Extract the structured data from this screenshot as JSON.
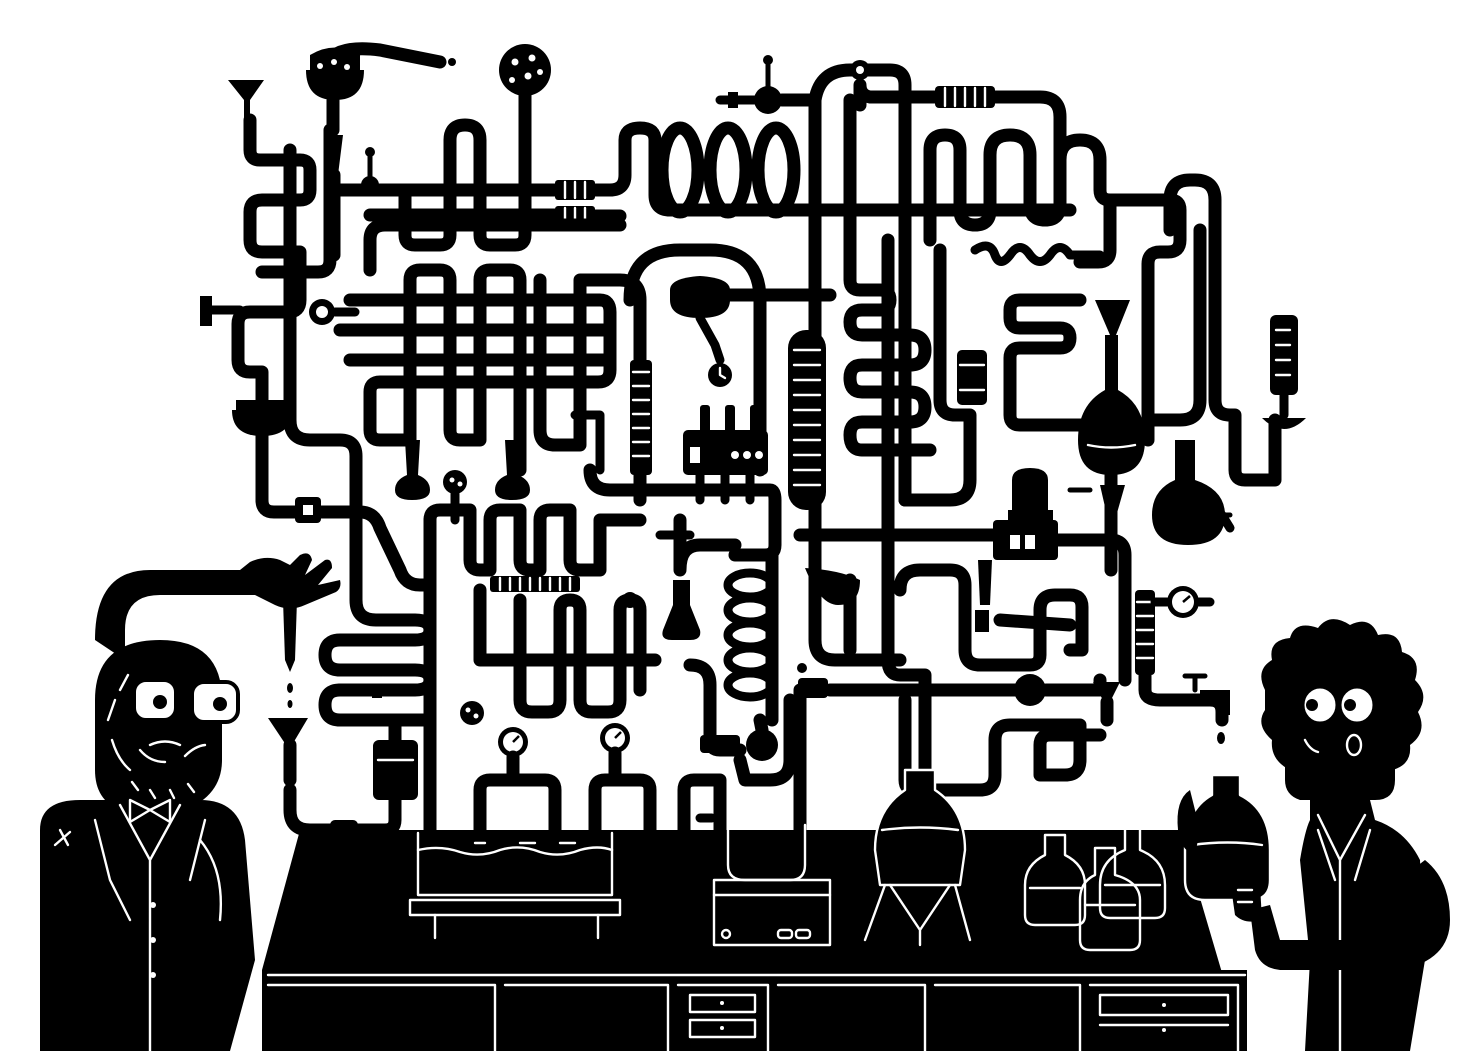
{
  "scene": {
    "background": "#ffffff",
    "ink": "#000000",
    "characters": [
      "bearded-scientist-glasses",
      "curly-haired-scientist"
    ],
    "objects": [
      "pipe-maze",
      "lab-bench",
      "funnels",
      "flasks",
      "pressure-gauges",
      "spiral-coil",
      "hot-plate",
      "water-tank",
      "tripod-flask",
      "bottles"
    ]
  }
}
